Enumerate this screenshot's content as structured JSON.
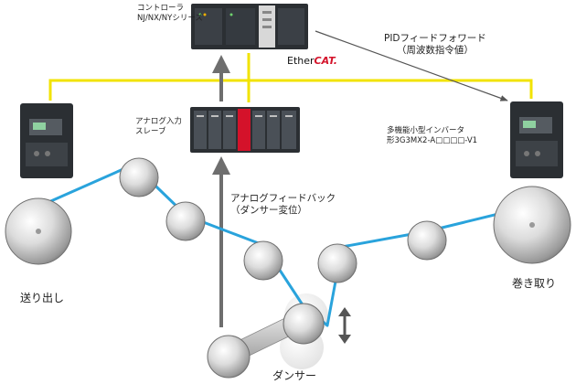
{
  "labels": {
    "controller_line1": "コントローラ",
    "controller_line2": "NJ/NX/NYシリーズ",
    "pid_line1": "PIDフィードフォワード",
    "pid_line2": "（周波数指令値）",
    "ethercat_prefix": "Ether",
    "ethercat_suffix": "CAT.",
    "analog_slave_line1": "アナログ入力",
    "analog_slave_line2": "スレーブ",
    "inverter_line1": "多機能小型インバータ",
    "inverter_line2": "形3G3MX2-A□□□□-V1",
    "analog_feedback_line1": "アナログフィードバック",
    "analog_feedback_line2": "（ダンサー変位）",
    "unwind": "送り出し",
    "rewind": "巻き取り",
    "dancer": "ダンサー"
  },
  "colors": {
    "network": "#f2e300",
    "web": "#29a3dc",
    "arrow": "#6e6e6e",
    "roller_dark": "#8a8a8a",
    "roller_light": "#f4f4f4",
    "device_body": "#2b2f33",
    "module_red": "#d4122a"
  },
  "icons": [
    "controller-device",
    "analog-input-slave-device",
    "inverter-device",
    "up-down-arrow-icon"
  ]
}
